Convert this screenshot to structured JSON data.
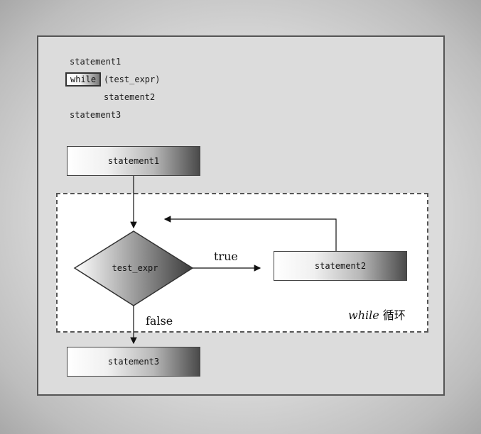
{
  "code": {
    "line1": "statement1",
    "keyword": "while",
    "line2_rest": "(test_expr)",
    "line3": "statement2",
    "line4": "statement3"
  },
  "flowchart": {
    "statement1": "statement1",
    "condition": "test_expr",
    "statement2": "statement2",
    "statement3": "statement3",
    "true_label": "true",
    "false_label": "false",
    "loop_keyword": "while",
    "loop_suffix": "循环"
  }
}
